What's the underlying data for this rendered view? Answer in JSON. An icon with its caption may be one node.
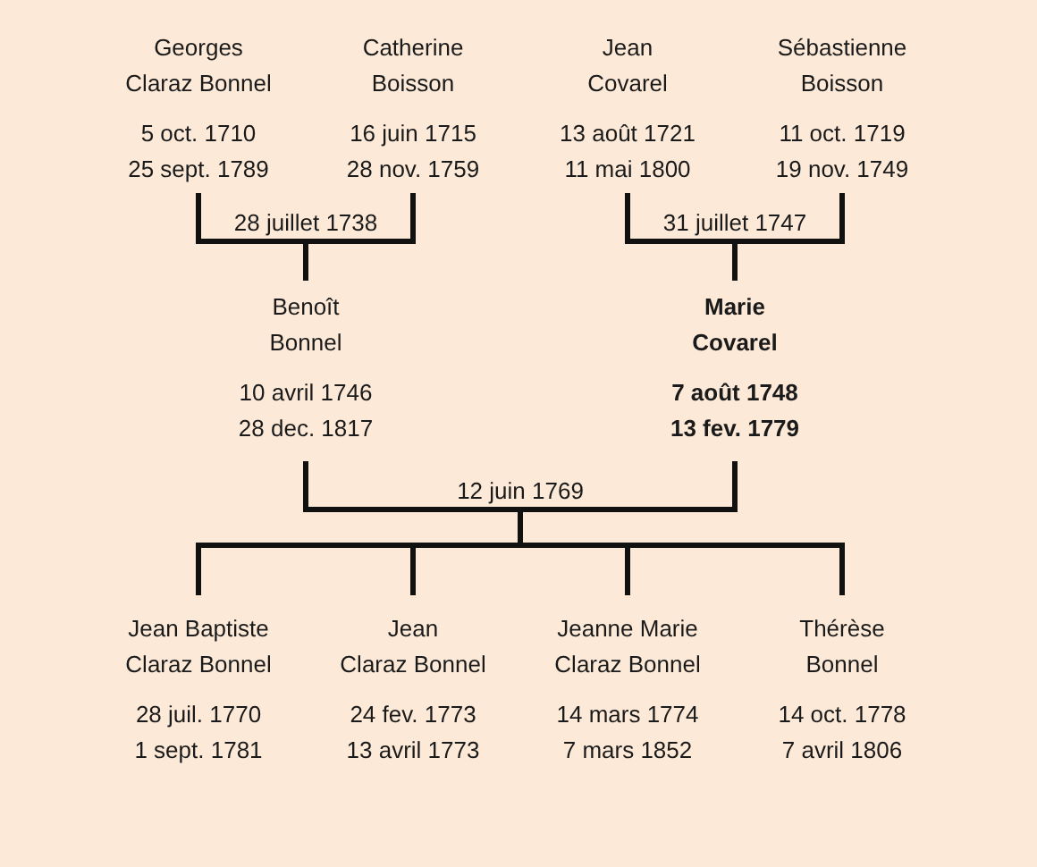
{
  "diagram": {
    "nodes": [
      {
        "text": [
          "Georges Claraz Bonnel",
          "5 oct. 1710",
          "25 sept. 1789"
        ]
      },
      {
        "text": [
          "Catherine Boisson",
          "16 juin 1715",
          "28 nov. 1759"
        ]
      },
      {
        "text": [
          "Jean Covarel",
          "13 août 1721",
          "11 mai 1800"
        ]
      },
      {
        "text": [
          "Sébastienne Boisson",
          "11 oct. 1719",
          "19 nov. 1749"
        ]
      },
      {
        "text": [
          "Benoît Bonnel",
          "10 avril 1746",
          "28 dec. 1817"
        ]
      },
      {
        "text": [
          "Marie Covarel",
          "7 août 1748",
          "13 fev. 1779"
        ]
      },
      {
        "text": [
          "Jean Baptiste Claraz Bonnel",
          "28 juil. 1770",
          "1 sept. 1781"
        ]
      },
      {
        "text": [
          "Jean Claraz Bonnel",
          "24 fev. 1773",
          "13 avril 1773"
        ]
      },
      {
        "text": [
          "Jeanne Marie Claraz Bonnel",
          "14 mars 1774",
          "7 mars 1852"
        ]
      },
      {
        "text": [
          "Thérèse Bonnel",
          "14 oct. 1778",
          "7 avril 1806"
        ]
      }
    ],
    "edges": [
      {
        "from": 0,
        "to": 4,
        "arrow": "none",
        "label": "28 juillet 1738"
      },
      {
        "from": 1,
        "to": 4,
        "arrow": "none"
      },
      {
        "from": 2,
        "to": 5,
        "arrow": "none",
        "label": "31 juillet 1747"
      },
      {
        "from": 3,
        "to": 5,
        "arrow": "none"
      },
      {
        "from": 4,
        "to": 6,
        "arrow": "none",
        "label": "12 juin 1769"
      },
      {
        "from": 4,
        "to": 7,
        "arrow": "none"
      },
      {
        "from": 4,
        "to": 8,
        "arrow": "none"
      },
      {
        "from": 4,
        "to": 9,
        "arrow": "none"
      },
      {
        "from": 5,
        "to": 6,
        "arrow": "none"
      },
      {
        "from": 5,
        "to": 7,
        "arrow": "none"
      },
      {
        "from": 5,
        "to": 8,
        "arrow": "none"
      },
      {
        "from": 5,
        "to": 9,
        "arrow": "none"
      }
    ]
  }
}
